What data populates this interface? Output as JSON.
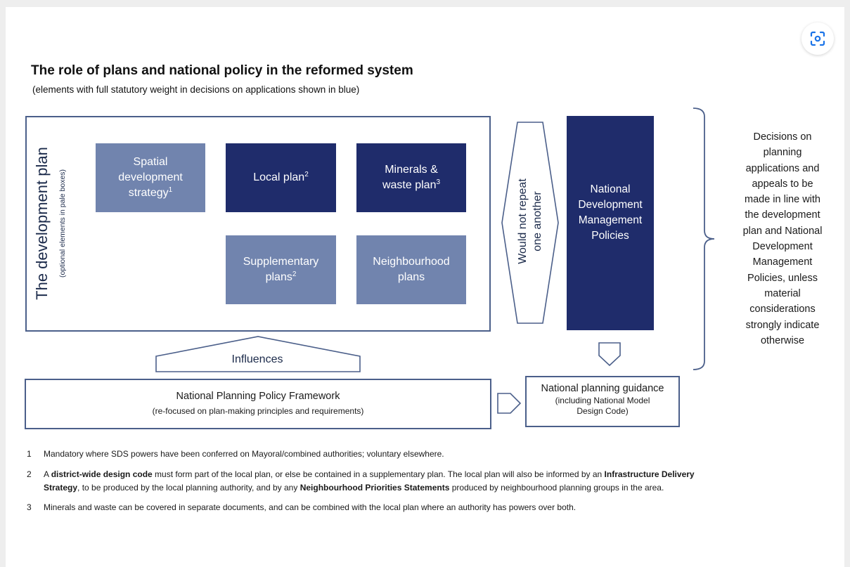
{
  "diagram": {
    "title": "The role of plans and national policy in the reformed system",
    "subtitle": "(elements with full statutory weight in decisions on applications shown in blue)",
    "development_plan": {
      "label": "The development plan",
      "sublabel": "(optional elements in pale boxes)",
      "spatial_strategy": {
        "line1": "Spatial",
        "line2": "development",
        "line3": "strategy",
        "sup": "1"
      },
      "local_plan": {
        "label": "Local plan",
        "sup": "2"
      },
      "minerals": {
        "line1": "Minerals &",
        "line2": "waste plan",
        "sup": "3"
      },
      "supplementary": {
        "line1": "Supplementary",
        "line2": "plans",
        "sup": "2"
      },
      "neighbourhood": {
        "line1": "Neighbourhood",
        "line2": "plans"
      }
    },
    "no_repeat": {
      "line1": "Would not repeat",
      "line2": "one another"
    },
    "ndmp": {
      "line1": "National",
      "line2": "Development",
      "line3": "Management",
      "line4": "Policies"
    },
    "influences": "Influences",
    "nppf": {
      "line1": "National Planning Policy Framework",
      "line2": "(re-focused on plan-making principles and requirements)"
    },
    "guidance": {
      "line1": "National planning guidance",
      "line2": "(including National Model",
      "line3": "Design Code)"
    },
    "decisions": [
      "Decisions on",
      "planning",
      "applications and",
      "appeals to be",
      "made in line with",
      "the development",
      "plan and National",
      "Development",
      "Management",
      "Policies, unless",
      "material",
      "considerations",
      "strongly indicate",
      "otherwise"
    ]
  },
  "notes": {
    "n1": {
      "num": "1",
      "text": "Mandatory where SDS powers have been conferred on Mayoral/combined authorities; voluntary elsewhere."
    },
    "n2": {
      "num": "2",
      "a": "A ",
      "b": "district-wide design code",
      "c": " must form part of the local plan, or else be contained in a supplementary plan. The local plan will also be informed by an ",
      "d": "Infrastructure Delivery",
      "e": "Strategy",
      "f": ", to be produced by the local planning authority, and by any ",
      "g": "Neighbourhood Priorities Statements",
      "h": " produced by neighbourhood planning groups in the area."
    },
    "n3": {
      "num": "3",
      "text": "Minerals and waste can be covered in separate documents, and can be combined with the local plan where an authority has powers over both."
    }
  },
  "colors": {
    "dark_blue": "#1f2c6b",
    "pale_blue": "#7184ae",
    "outline": "#4b5f8a",
    "lens_icon": "#1a73e8"
  },
  "icons": {
    "lens": "google-lens-icon"
  }
}
